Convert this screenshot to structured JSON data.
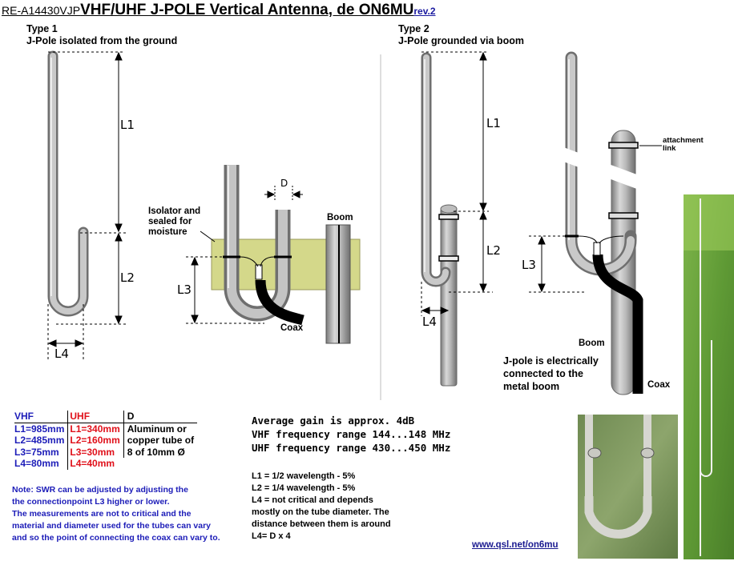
{
  "header": {
    "code": "RE-A14430VJP",
    "title": "VHF/UHF J-POLE Vertical Antenna, de ON6MU",
    "revision": "rev.2"
  },
  "type1": {
    "label": "Type 1",
    "description": "J-Pole isolated from the ground"
  },
  "type2": {
    "label": "Type 2",
    "description": "J-Pole grounded via boom"
  },
  "dimension_labels": {
    "l1": "L1",
    "l2": "L2",
    "l3": "L3",
    "l4": "L4",
    "d": "D"
  },
  "callouts": {
    "isolator_line1": "Isolator and",
    "isolator_line2": "sealed for",
    "isolator_line3": "moisture",
    "boom": "Boom",
    "coax": "Coax",
    "attachment_line1": "attachment",
    "attachment_line2": "link",
    "boom2": "Boom",
    "electrical_line1": "J-pole is electrically",
    "electrical_line2": "connected to the",
    "electrical_line3": "metal boom",
    "coax2": "Coax"
  },
  "dimensions_table": {
    "headers": [
      "VHF",
      "UHF",
      "D"
    ],
    "vhf": [
      "L1=985mm",
      "L2=485mm",
      "L3=75mm",
      "L4=80mm"
    ],
    "uhf": [
      "L1=340mm",
      "L2=160mm",
      "L3=30mm",
      "L4=40mm"
    ],
    "d_note": [
      "Aluminum or",
      "copper tube of",
      "8 of 10mm Ø"
    ]
  },
  "specs": {
    "gain": "Average gain is approx. 4dB",
    "vhf_range": "VHF frequency range 144...148 MHz",
    "uhf_range": "UHF frequency range 430...450 MHz"
  },
  "formulas": {
    "l1": "L1 = 1/2 wavelength - 5%",
    "l2": "L2 = 1/4 wavelength - 5%",
    "l4_line1": "L4 = not critical and depends",
    "l4_line2": "mostly on the tube diameter. The",
    "l4_line3": "distance between them is around",
    "l4_line4": "L4= D x 4"
  },
  "note": {
    "line1": "Note: SWR can be adjusted by adjusting the",
    "line2": "the connectionpoint L3 higher or lower.",
    "line3": "The measurements are not to critical and the",
    "line4": "material and diameter used for the tubes can vary",
    "line5": "and so the point of connecting the coax can vary to."
  },
  "website": "www.qsl.net/on6mu",
  "colors": {
    "vhf_header": "#1c1cb8",
    "uhf_text": "#e0101a",
    "note_text": "#1c1cb8",
    "isolator_fill": "#d4d88a",
    "tube": "#a7a7a7"
  }
}
